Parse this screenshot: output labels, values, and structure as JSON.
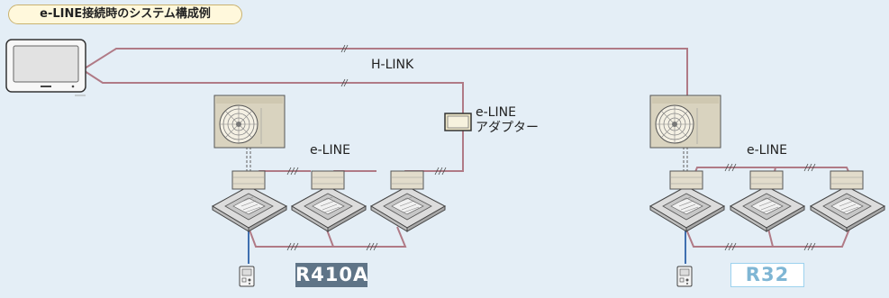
{
  "title": "e-LINE接続時のシステム構成例",
  "labels": {
    "hlink": "H-LINK",
    "eline_left": "e-LINE",
    "eline_right": "e-LINE",
    "adapter_line1": "e-LINE",
    "adapter_line2": "アダプター"
  },
  "refrigerants": {
    "left": "R410A",
    "right": "R32"
  },
  "colors": {
    "background": "#e4eef6",
    "wire": "#b07a86",
    "remote_wire": "#3f6fb0",
    "r410a_badge": "#5f7487",
    "r32_text": "#7fb6d4"
  },
  "icons": [
    "central-controller-icon",
    "outdoor-unit-icon",
    "ceiling-cassette-indoor-unit-icon",
    "e-line-adapter-icon",
    "wired-remote-controller-icon"
  ]
}
